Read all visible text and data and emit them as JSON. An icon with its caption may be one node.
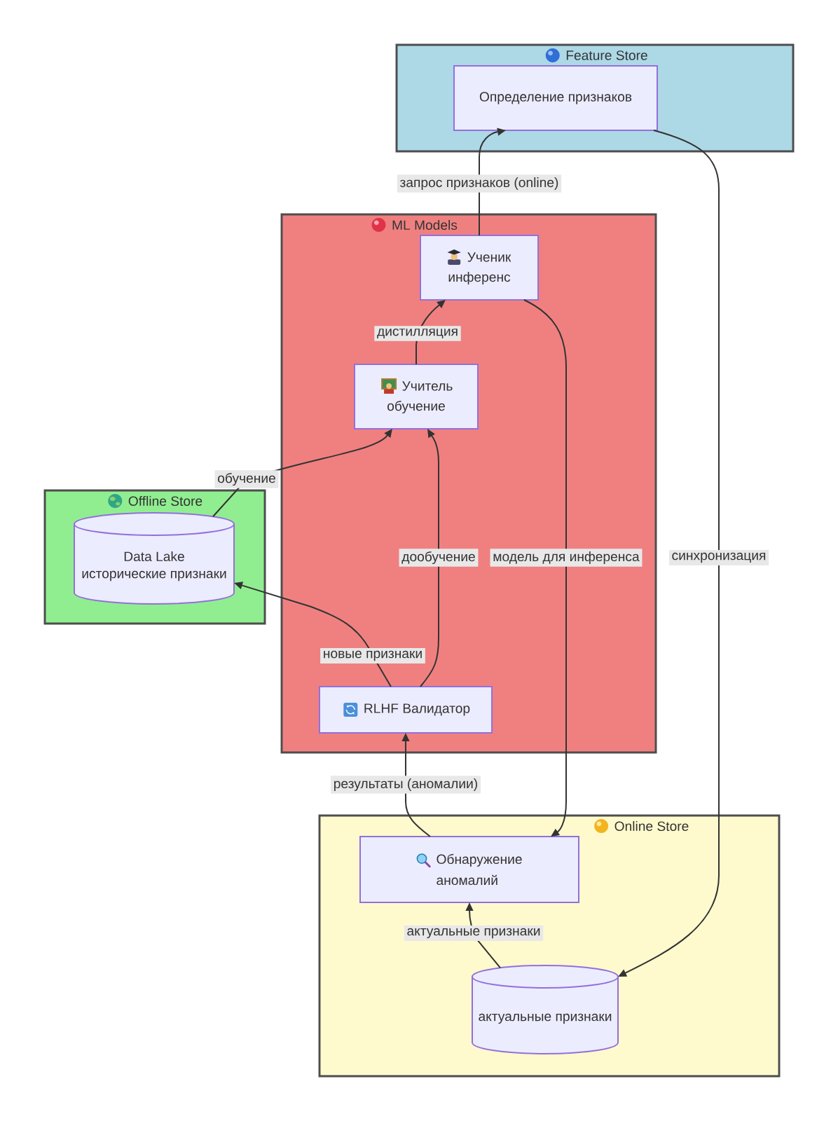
{
  "diagram": {
    "nodes": [
      {
        "text": [
          "Feature Store"
        ]
      },
      {
        "text": [
          "Определение признаков"
        ],
        "in": 0
      },
      {
        "text": [
          "ML Models"
        ]
      },
      {
        "text": [
          "Ученик",
          "инференс"
        ],
        "in": 2
      },
      {
        "text": [
          "Учитель",
          "обучение"
        ],
        "in": 2
      },
      {
        "text": [
          "RLHF Валидатор"
        ],
        "in": 2
      },
      {
        "text": [
          "Offline Store"
        ]
      },
      {
        "text": [
          "Data Lake",
          "исторические признаки"
        ],
        "in": 6
      },
      {
        "text": [
          "Online Store"
        ]
      },
      {
        "text": [
          "Обнаружение аномалий"
        ],
        "in": 8
      },
      {
        "text": [
          "актуальные признаки"
        ],
        "in": 8
      }
    ],
    "edges": [
      {
        "from": 3,
        "to": 1,
        "arrow": "to",
        "label": "запрос признаков (online)"
      },
      {
        "from": 4,
        "to": 3,
        "arrow": "to",
        "label": "дистилляция"
      },
      {
        "from": 7,
        "to": 4,
        "arrow": "to",
        "label": "обучение"
      },
      {
        "from": 5,
        "to": 4,
        "arrow": "to",
        "label": "дообучение"
      },
      {
        "from": 5,
        "to": 7,
        "arrow": "to",
        "label": "новые признаки"
      },
      {
        "from": 3,
        "to": 9,
        "arrow": "to",
        "label": "модель для инференса"
      },
      {
        "from": 9,
        "to": 5,
        "arrow": "to",
        "label": "результаты (аномалии)"
      },
      {
        "from": 10,
        "to": 9,
        "arrow": "to",
        "label": "актуальные признаки"
      },
      {
        "from": 1,
        "to": 10,
        "arrow": "to",
        "label": "синхронизация"
      }
    ]
  }
}
